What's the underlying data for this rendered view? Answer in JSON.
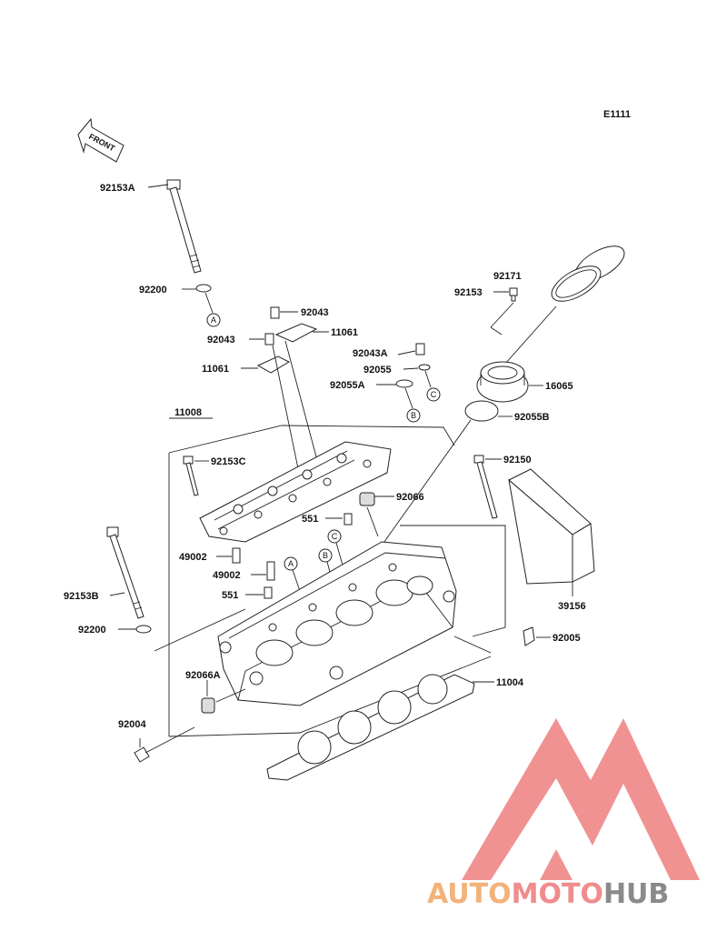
{
  "diagram_code": "E1111",
  "front_arrow_label": "FRONT",
  "ref_markers": {
    "a": "A",
    "b": "B",
    "c": "C"
  },
  "part_labels": {
    "p92153A": "92153A",
    "p92200_top": "92200",
    "p92043_a": "92043",
    "p92043_b": "92043",
    "p11061_a": "11061",
    "p11061_b": "11061",
    "p92043A": "92043A",
    "p92055": "92055",
    "p92055A": "92055A",
    "p92171": "92171",
    "p92153": "92153",
    "p16065": "16065",
    "p92055B": "92055B",
    "p11008": "11008",
    "p92153C": "92153C",
    "p92150": "92150",
    "p92066": "92066",
    "p551_a": "551",
    "p551_b": "551",
    "p49002_a": "49002",
    "p49002_b": "49002",
    "p92153B": "92153B",
    "p92200_bottom": "92200",
    "p39156": "39156",
    "p92005": "92005",
    "p92066A": "92066A",
    "p11004": "11004",
    "p92004": "92004"
  },
  "watermark": {
    "part1": "AUTO",
    "part2": "MOTO",
    "part3": "HUB"
  },
  "colors": {
    "watermark_red": "#ee7f7f",
    "watermark_orange": "#f3b27a",
    "watermark_gray": "#8a8a8a"
  }
}
